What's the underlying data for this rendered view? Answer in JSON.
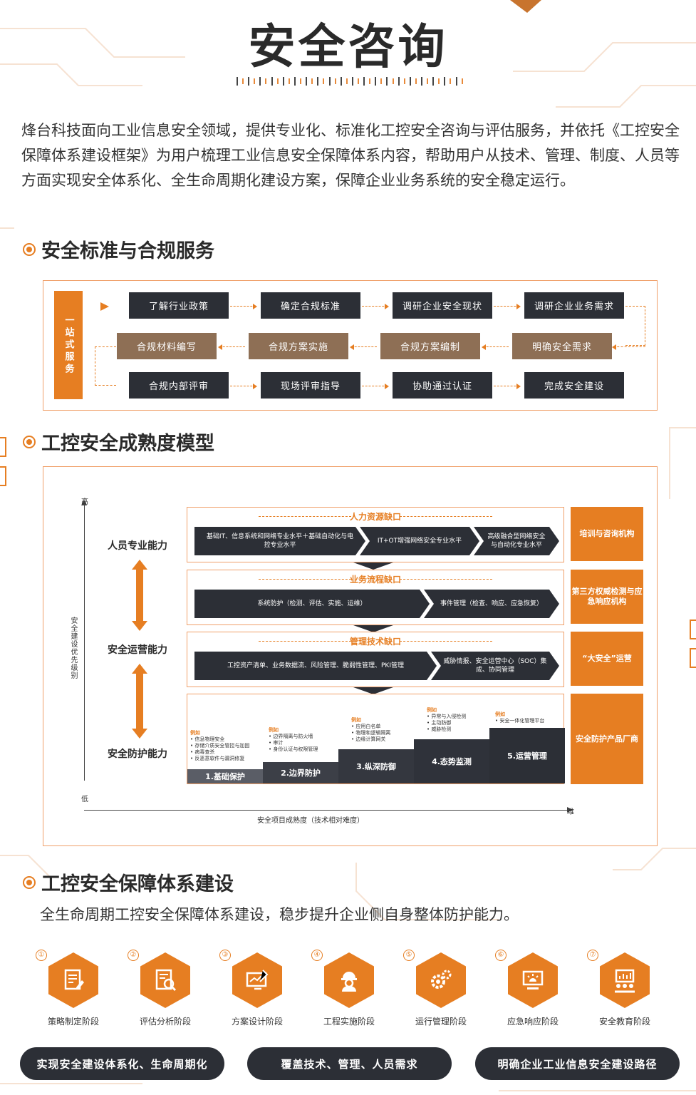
{
  "title": "安全咨询",
  "intro": "烽台科技面向工业信息安全领域，提供专业化、标准化工控安全咨询与评估服务，并依托《工控安全保障体系建设框架》为用户梳理工业信息安全保障体系内容，帮助用户从技术、管理、制度、人员等方面实现安全体系化、全生命周期化建设方案，保障企业业务系统的安全稳定运行。",
  "section1": {
    "heading": "安全标准与合规服务",
    "side_label": "一站式服务",
    "row1": [
      "了解行业政策",
      "确定合规标准",
      "调研企业安全现状",
      "调研企业业务需求"
    ],
    "row2": [
      "合规材料编写",
      "合规方案实施",
      "合规方案编制",
      "明确安全需求"
    ],
    "row3": [
      "合规内部评审",
      "现场评审指导",
      "协助通过认证",
      "完成安全建设"
    ]
  },
  "section2": {
    "heading": "工控安全成熟度模型",
    "y_high": "高",
    "y_low": "低",
    "y_axis_label": "安全建设优先级别",
    "x_axis_label": "安全项目成熟度（技术相对难度）",
    "x_end": "难",
    "capabilities": [
      "人员专业能力",
      "安全运营能力",
      "安全防护能力"
    ],
    "gap1": {
      "title": "人力资源缺口",
      "items": [
        "基础IT、信息系统和网络专业水平＋基础自动化与电控专业水平",
        "IT+OT增强网络安全专业水平",
        "高级融合型网络安全与自动化专业水平"
      ]
    },
    "gap2": {
      "title": "业务流程缺口",
      "items": [
        "系统防护（检测、评估、实施、运维）",
        "事件管理（检查、响应、应急恢复）"
      ]
    },
    "gap3": {
      "title": "管理技术缺口",
      "items": [
        "工控资产清单、业务数据流、风险管理、脆弱性管理、PKI管理",
        "威胁情报、安全运营中心（SOC）集成、协同管理"
      ]
    },
    "tags": [
      "培训与咨询机构",
      "第三方权威检测与应急响应机构",
      "“大安全”运营",
      "安全防护产品厂商"
    ],
    "example_label": "例如",
    "stairs": [
      {
        "label": "1.基础保护",
        "notes": [
          "• 信息物理安全",
          "• 存储介质安全管控与加固",
          "• 病毒查杀",
          "• 反恶意软件与漏洞修复"
        ]
      },
      {
        "label": "2.边界防护",
        "notes": [
          "• 边界隔离与防火墙",
          "• 审计",
          "• 身份认证与权限管理"
        ]
      },
      {
        "label": "3.纵深防御",
        "notes": [
          "• 应用白名单",
          "• 物理和逻辑隔离",
          "• 边缘计算网关"
        ]
      },
      {
        "label": "4.态势监测",
        "notes": [
          "• 异常与入侵检测",
          "• 主动防御",
          "• 威胁检测"
        ]
      },
      {
        "label": "5.运营管理",
        "notes": [
          "• 安全一体化管理平台"
        ]
      }
    ]
  },
  "section3": {
    "heading": "工控安全保障体系建设",
    "subtitle": "全生命周期工控安全保障体系建设，稳步提升企业侧自身整体防护能力。",
    "stages": [
      {
        "num": "①",
        "label": "策略制定阶段",
        "icon": "document-icon"
      },
      {
        "num": "②",
        "label": "评估分析阶段",
        "icon": "magnifier-report-icon"
      },
      {
        "num": "③",
        "label": "方案设计阶段",
        "icon": "design-board-icon"
      },
      {
        "num": "④",
        "label": "工程实施阶段",
        "icon": "engineer-icon"
      },
      {
        "num": "⑤",
        "label": "运行管理阶段",
        "icon": "gears-icon"
      },
      {
        "num": "⑥",
        "label": "应急响应阶段",
        "icon": "alarm-monitor-icon"
      },
      {
        "num": "⑦",
        "label": "安全教育阶段",
        "icon": "training-icon"
      }
    ],
    "pills": [
      "实现安全建设体系化、生命周期化",
      "覆盖技术、管理、人员需求",
      "明确企业工业信息安全建设路径"
    ]
  },
  "colors": {
    "accent": "#e67e22",
    "dark": "#2c2f36",
    "brown": "#8e6f55"
  }
}
